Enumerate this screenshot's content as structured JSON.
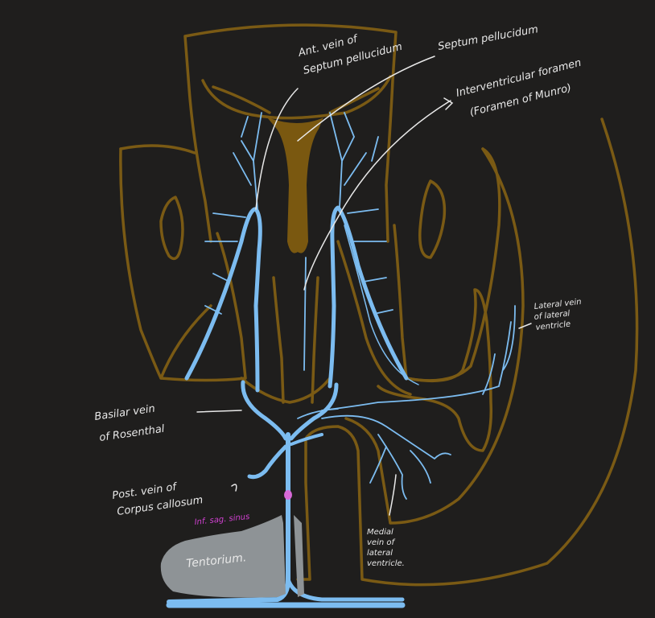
{
  "labels": {
    "ant_vein": [
      "Ant. vein of",
      "Septum pellucidum"
    ],
    "septum": "Septum pellucidum",
    "foramen": [
      "Interventricular foramen",
      "(Foramen of Munro)"
    ],
    "lateral_vein": [
      "Lateral vein",
      "of lateral",
      "ventricle"
    ],
    "basal_vein": [
      "Basilar vein",
      "of Rosenthal"
    ],
    "post_vein": [
      "Post. vein of",
      "Corpus callosum"
    ],
    "inf_sag": "Inf. sag. sinus",
    "tentorium": "Tentorium.",
    "medial_vein": [
      "Medial",
      "vein of",
      "lateral",
      "ventricle."
    ]
  },
  "colors": {
    "background": "#1f1e1d",
    "outline": "#7a5a14",
    "septum_fill": "#7a5810",
    "vein": "#7cbcf0",
    "label": "#e8e8e8",
    "sinus_label": "#d040d0",
    "tentorium": "#8e9396",
    "sinus_dot": "#d86ad8"
  }
}
